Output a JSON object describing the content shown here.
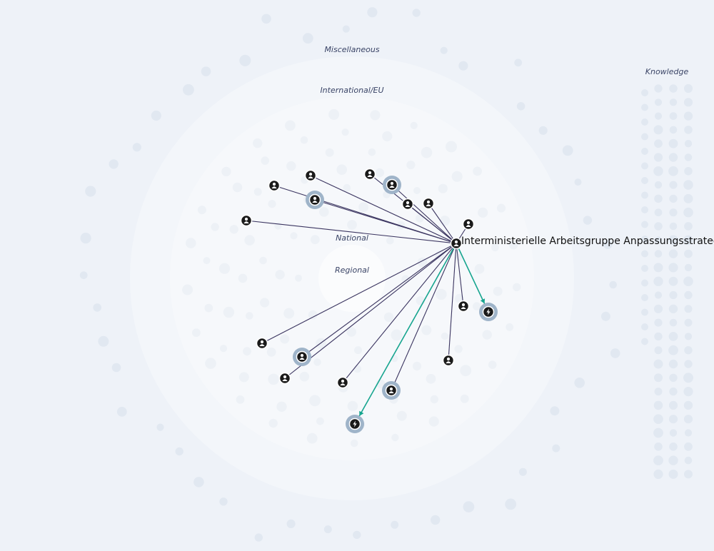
{
  "rings": [
    {
      "key": "misc",
      "label": "Miscellaneous"
    },
    {
      "key": "intl",
      "label": "International/EU"
    },
    {
      "key": "national",
      "label": "National"
    },
    {
      "key": "regional",
      "label": "Regional"
    }
  ],
  "knowledge_label": "Knowledge",
  "focus": {
    "label": "Interministerielle Arbeitsgruppe Anpassungsstrateg..."
  },
  "colors": {
    "background": "#eef2f8",
    "ring_outer": "#f3f6fa",
    "ring_mid": "#f6f8fb",
    "ring_inner": "#fbfcfd",
    "dot": "#e1e8f1",
    "edge": "#3b3560",
    "edge_highlight": "#17a58f",
    "node_fill": "#1a1a1a",
    "node_halo": "#9fb4c9"
  },
  "icons": {
    "person": "person-icon",
    "action": "lightning-icon"
  },
  "nodes": [
    {
      "id": "focus",
      "type": "person",
      "halo": false,
      "focus": true
    },
    {
      "id": "p1",
      "type": "person",
      "halo": false
    },
    {
      "id": "p2",
      "type": "person",
      "halo": false
    },
    {
      "id": "p3",
      "type": "person",
      "halo": true
    },
    {
      "id": "p4",
      "type": "person",
      "halo": false
    },
    {
      "id": "p5",
      "type": "person",
      "halo": true
    },
    {
      "id": "p6",
      "type": "person",
      "halo": false
    },
    {
      "id": "p7",
      "type": "person",
      "halo": false
    },
    {
      "id": "p8",
      "type": "person",
      "halo": false
    },
    {
      "id": "p9",
      "type": "person",
      "halo": false
    },
    {
      "id": "p10",
      "type": "person",
      "halo": false
    },
    {
      "id": "p11",
      "type": "person",
      "halo": false
    },
    {
      "id": "p12",
      "type": "person",
      "halo": true
    },
    {
      "id": "p13",
      "type": "person",
      "halo": false
    },
    {
      "id": "p14",
      "type": "person",
      "halo": false
    },
    {
      "id": "p15",
      "type": "person",
      "halo": true
    },
    {
      "id": "p16",
      "type": "person",
      "halo": false
    },
    {
      "id": "a1",
      "type": "action",
      "halo": true
    },
    {
      "id": "a2",
      "type": "action",
      "halo": true
    }
  ],
  "edges": [
    {
      "from": "focus",
      "to": "p1",
      "highlight": false
    },
    {
      "from": "focus",
      "to": "p2",
      "highlight": false
    },
    {
      "from": "focus",
      "to": "p3",
      "highlight": false
    },
    {
      "from": "focus",
      "to": "p4",
      "highlight": false
    },
    {
      "from": "focus",
      "to": "p5",
      "highlight": false
    },
    {
      "from": "focus",
      "to": "p6",
      "highlight": false
    },
    {
      "from": "focus",
      "to": "p7",
      "highlight": false
    },
    {
      "from": "focus",
      "to": "p8",
      "highlight": false
    },
    {
      "from": "focus",
      "to": "p9",
      "highlight": false
    },
    {
      "from": "focus",
      "to": "p10",
      "highlight": false
    },
    {
      "from": "focus",
      "to": "p11",
      "highlight": false
    },
    {
      "from": "focus",
      "to": "p12",
      "highlight": false
    },
    {
      "from": "focus",
      "to": "p13",
      "highlight": false
    },
    {
      "from": "focus",
      "to": "p14",
      "highlight": false
    },
    {
      "from": "focus",
      "to": "p15",
      "highlight": false
    },
    {
      "from": "focus",
      "to": "p16",
      "highlight": false
    },
    {
      "from": "focus",
      "to": "a1",
      "highlight": true
    },
    {
      "from": "focus",
      "to": "a2",
      "highlight": true
    }
  ]
}
